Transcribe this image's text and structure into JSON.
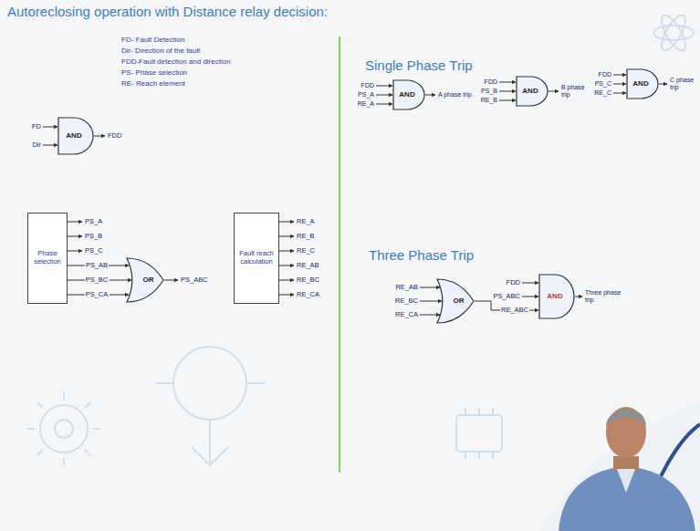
{
  "diagram": {
    "title": "Autoreclosing operation with Distance relay decision:",
    "nodes": [
      {
        "text": [
          "AND"
        ]
      },
      {
        "text": [
          "Phase selection"
        ]
      },
      {
        "text": [
          "OR"
        ]
      },
      {
        "text": [
          "Fault reach calculation"
        ]
      },
      {
        "text": [
          "AND"
        ]
      },
      {
        "text": [
          "AND"
        ]
      },
      {
        "text": [
          "AND"
        ]
      },
      {
        "text": [
          "OR"
        ]
      },
      {
        "text": [
          "AND"
        ]
      }
    ],
    "edges": [
      {
        "from": 1,
        "to": 2,
        "label": "PS_AB",
        "arrow": "to"
      },
      {
        "from": 1,
        "to": 2,
        "label": "PS_BC",
        "arrow": "to"
      },
      {
        "from": 1,
        "to": 2,
        "label": "PS_CA",
        "arrow": "to"
      },
      {
        "from": 7,
        "to": 8,
        "label": "RE_ABC",
        "arrow": "to"
      }
    ],
    "labels": [
      "FD",
      "Dir",
      "FDD",
      "FD- Fault Detection",
      "Dir- Direction of the fault",
      "FDD-Fault detection and direction",
      "PS- Phase selection",
      "RE- Reach element",
      "PS_A",
      "PS_B",
      "PS_C",
      "PS_ABC",
      "RE_A",
      "RE_B",
      "RE_C",
      "RE_AB",
      "RE_BC",
      "RE_CA",
      "Single Phase Trip",
      "FDD",
      "PS_A",
      "RE_A",
      "A phase trip",
      "FDD",
      "PS_B",
      "RE_B",
      "B phase trip",
      "FDD",
      "PS_C",
      "RE_C",
      "C phase trip",
      "Three Phase Trip",
      "RE_AB",
      "RE_BC",
      "RE_CA",
      "FDD",
      "PS_ABC",
      "Three phase trip"
    ]
  }
}
